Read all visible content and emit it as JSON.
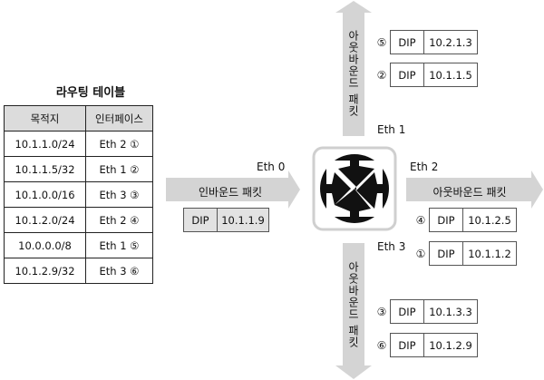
{
  "routing_table": {
    "title": "라우팅 테이블",
    "headers": [
      "목적지",
      "인터페이스"
    ],
    "rows": [
      [
        "10.1.1.0/24",
        "Eth 2 ①"
      ],
      [
        "10.1.1.5/32",
        "Eth 1 ②"
      ],
      [
        "10.1.0.0/16",
        "Eth 3 ③"
      ],
      [
        "10.1.2.0/24",
        "Eth 2 ④"
      ],
      [
        "10.0.0.0/8",
        "Eth 1 ⑤"
      ],
      [
        "10.1.2.9/32",
        "Eth 3 ⑥"
      ]
    ]
  },
  "interfaces": {
    "eth0": "Eth 0",
    "eth1": "Eth 1",
    "eth2": "Eth 2",
    "eth3": "Eth 3"
  },
  "inbound": {
    "label": "인바운드 패킷",
    "packet": {
      "field": "DIP",
      "value": "10.1.1.9"
    }
  },
  "outbound_label": "아웃바운드 패킷",
  "outbound_packets": {
    "p5": {
      "num": "⑤",
      "field": "DIP",
      "value": "10.2.1.3"
    },
    "p2": {
      "num": "②",
      "field": "DIP",
      "value": "10.1.1.5"
    },
    "p4": {
      "num": "④",
      "field": "DIP",
      "value": "10.1.2.5"
    },
    "p1": {
      "num": "①",
      "field": "DIP",
      "value": "10.1.1.2"
    },
    "p3": {
      "num": "③",
      "field": "DIP",
      "value": "10.1.3.3"
    },
    "p6": {
      "num": "⑥",
      "field": "DIP",
      "value": "10.1.2.9"
    }
  },
  "router_icon": "router-cross-arrows-icon",
  "colors": {
    "arrow": "#d4d4d4",
    "header_bg": "#dcdcdc",
    "router": "#111111"
  }
}
